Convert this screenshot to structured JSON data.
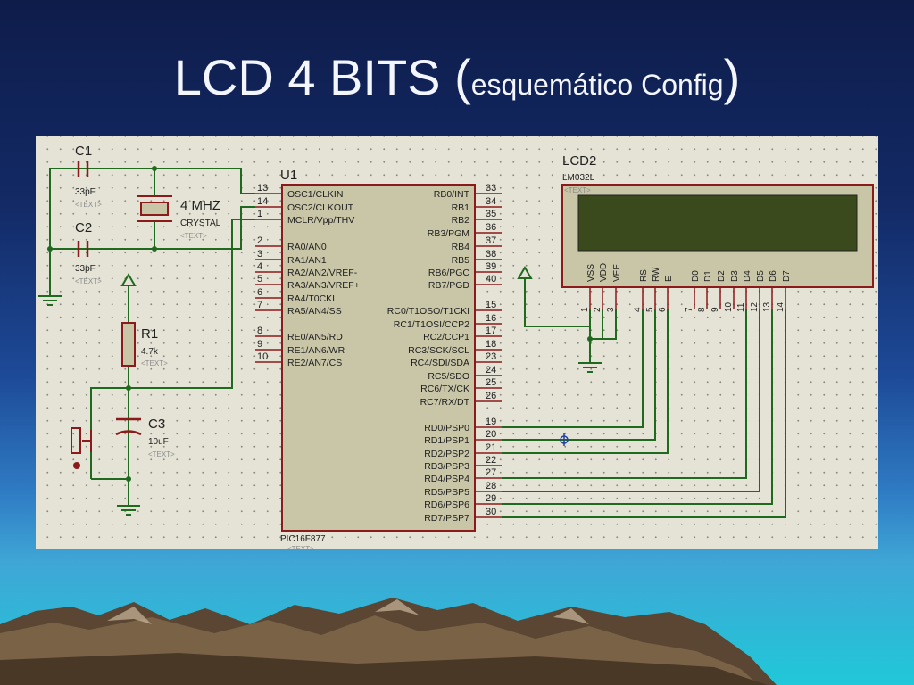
{
  "slide": {
    "title_main": "LCD 4 BITS",
    "title_open": "(",
    "title_sub": "esquemático Config",
    "title_close": ")"
  },
  "schematic": {
    "mcu": {
      "ref": "U1",
      "part": "PIC16F877",
      "text_tag": "<TEXT>",
      "left_pins": [
        {
          "num": "13",
          "name": "OSC1/CLKIN"
        },
        {
          "num": "14",
          "name": "OSC2/CLKOUT"
        },
        {
          "num": "1",
          "name": "MCLR/Vpp/THV"
        },
        {
          "num": "2",
          "name": "RA0/AN0"
        },
        {
          "num": "3",
          "name": "RA1/AN1"
        },
        {
          "num": "4",
          "name": "RA2/AN2/VREF-"
        },
        {
          "num": "5",
          "name": "RA3/AN3/VREF+"
        },
        {
          "num": "6",
          "name": "RA4/T0CKI"
        },
        {
          "num": "7",
          "name": "RA5/AN4/SS"
        },
        {
          "num": "8",
          "name": "RE0/AN5/RD"
        },
        {
          "num": "9",
          "name": "RE1/AN6/WR"
        },
        {
          "num": "10",
          "name": "RE2/AN7/CS"
        }
      ],
      "right_pins": [
        {
          "num": "33",
          "name": "RB0/INT"
        },
        {
          "num": "34",
          "name": "RB1"
        },
        {
          "num": "35",
          "name": "RB2"
        },
        {
          "num": "36",
          "name": "RB3/PGM"
        },
        {
          "num": "37",
          "name": "RB4"
        },
        {
          "num": "38",
          "name": "RB5"
        },
        {
          "num": "39",
          "name": "RB6/PGC"
        },
        {
          "num": "40",
          "name": "RB7/PGD"
        },
        {
          "num": "15",
          "name": "RC0/T1OSO/T1CKI"
        },
        {
          "num": "16",
          "name": "RC1/T1OSI/CCP2"
        },
        {
          "num": "17",
          "name": "RC2/CCP1"
        },
        {
          "num": "18",
          "name": "RC3/SCK/SCL"
        },
        {
          "num": "23",
          "name": "RC4/SDI/SDA"
        },
        {
          "num": "24",
          "name": "RC5/SDO"
        },
        {
          "num": "25",
          "name": "RC6/TX/CK"
        },
        {
          "num": "26",
          "name": "RC7/RX/DT"
        },
        {
          "num": "19",
          "name": "RD0/PSP0"
        },
        {
          "num": "20",
          "name": "RD1/PSP1"
        },
        {
          "num": "21",
          "name": "RD2/PSP2"
        },
        {
          "num": "22",
          "name": "RD3/PSP3"
        },
        {
          "num": "27",
          "name": "RD4/PSP4"
        },
        {
          "num": "28",
          "name": "RD5/PSP5"
        },
        {
          "num": "29",
          "name": "RD6/PSP6"
        },
        {
          "num": "30",
          "name": "RD7/PSP7"
        }
      ]
    },
    "lcd": {
      "ref": "LCD2",
      "part": "LM032L",
      "text_tag": "<TEXT>",
      "pins": [
        {
          "num": "1",
          "name": "VSS"
        },
        {
          "num": "2",
          "name": "VDD"
        },
        {
          "num": "3",
          "name": "VEE"
        },
        {
          "num": "4",
          "name": "RS"
        },
        {
          "num": "5",
          "name": "RW"
        },
        {
          "num": "6",
          "name": "E"
        },
        {
          "num": "7",
          "name": "D0"
        },
        {
          "num": "8",
          "name": "D1"
        },
        {
          "num": "9",
          "name": "D2"
        },
        {
          "num": "10",
          "name": "D3"
        },
        {
          "num": "11",
          "name": "D4"
        },
        {
          "num": "12",
          "name": "D5"
        },
        {
          "num": "13",
          "name": "D6"
        },
        {
          "num": "14",
          "name": "D7"
        }
      ]
    },
    "c1": {
      "ref": "C1",
      "value": "33pF",
      "text_tag": "<TEXT>"
    },
    "c2": {
      "ref": "C2",
      "value": "33pF",
      "text_tag": "<TEXT>"
    },
    "crystal": {
      "value": "4 MHZ",
      "type": "CRYSTAL",
      "text_tag": "<TEXT>"
    },
    "r1": {
      "ref": "R1",
      "value": "4.7k",
      "text_tag": "<TEXT>"
    },
    "c3": {
      "ref": "C3",
      "value": "10uF",
      "text_tag": "<TEXT>"
    },
    "colors": {
      "wire": "#1f6a1f",
      "component": "#8b1a1a",
      "body_fill": "#c9c6a8",
      "lcd_screen": "#3b4a1d",
      "sheet": "#e5e3d6"
    }
  }
}
